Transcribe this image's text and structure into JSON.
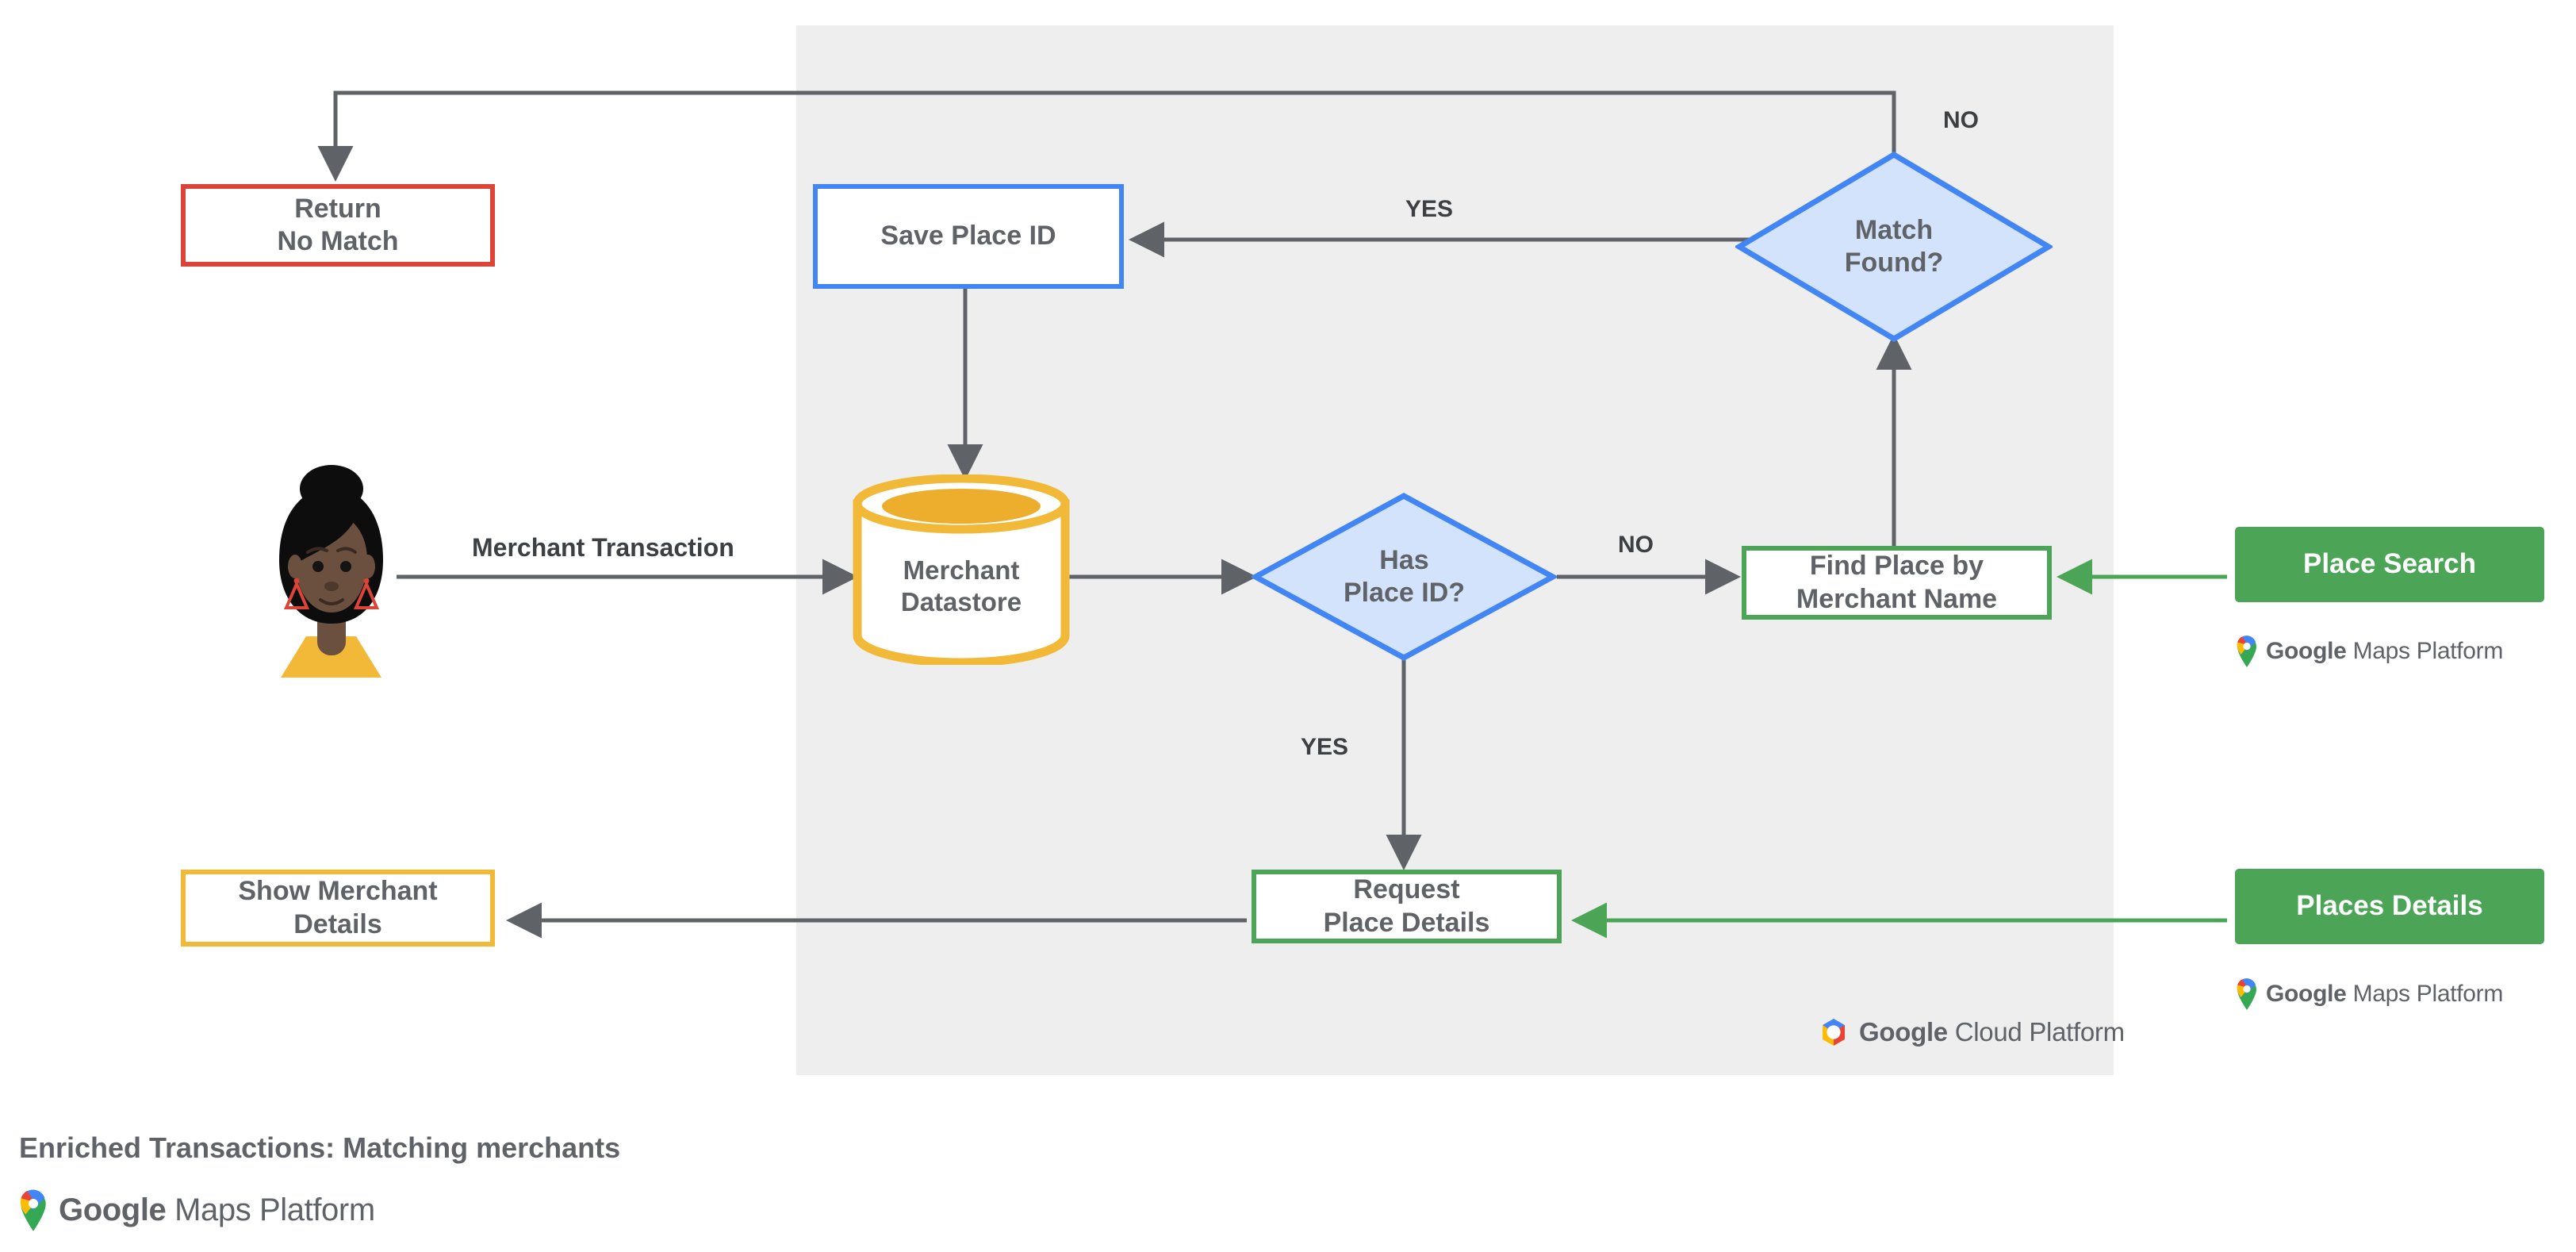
{
  "diagram": {
    "caption": "Enriched Transactions: Matching merchants",
    "panel_label": "google-cloud-platform-region",
    "colors": {
      "red": "#db4437",
      "blue": "#4285f4",
      "blue_fill": "#d4e3fc",
      "green": "#4ca457",
      "amber": "#f2b939",
      "arrow_gray": "#5f6368",
      "panel_bg": "#eeeeee",
      "text": "#5f6368"
    },
    "nodes": {
      "return_no_match": "Return\nNo Match",
      "save_place_id": "Save Place ID",
      "match_found": "Match\nFound?",
      "merchant_datastore": "Merchant\nDatastore",
      "has_place_id": "Has\nPlace ID?",
      "find_place_by_merchant_name": "Find Place by\nMerchant Name",
      "place_search": "Place Search",
      "request_place_details": "Request\nPlace Details",
      "show_merchant_details": "Show Merchant\nDetails",
      "places_details": "Places Details"
    },
    "edge_labels": {
      "merchant_transaction": "Merchant Transaction",
      "no_from_has_place_id": "NO",
      "yes_from_has_place_id": "YES",
      "yes_from_match_found": "YES",
      "no_from_match_found": "NO"
    },
    "logos": {
      "gmp_google": "Google",
      "gmp_suffix": " Maps Platform",
      "gcp_google": "Google",
      "gcp_suffix": " Cloud Platform",
      "footer_google": "Google",
      "footer_suffix": " Maps Platform"
    }
  }
}
